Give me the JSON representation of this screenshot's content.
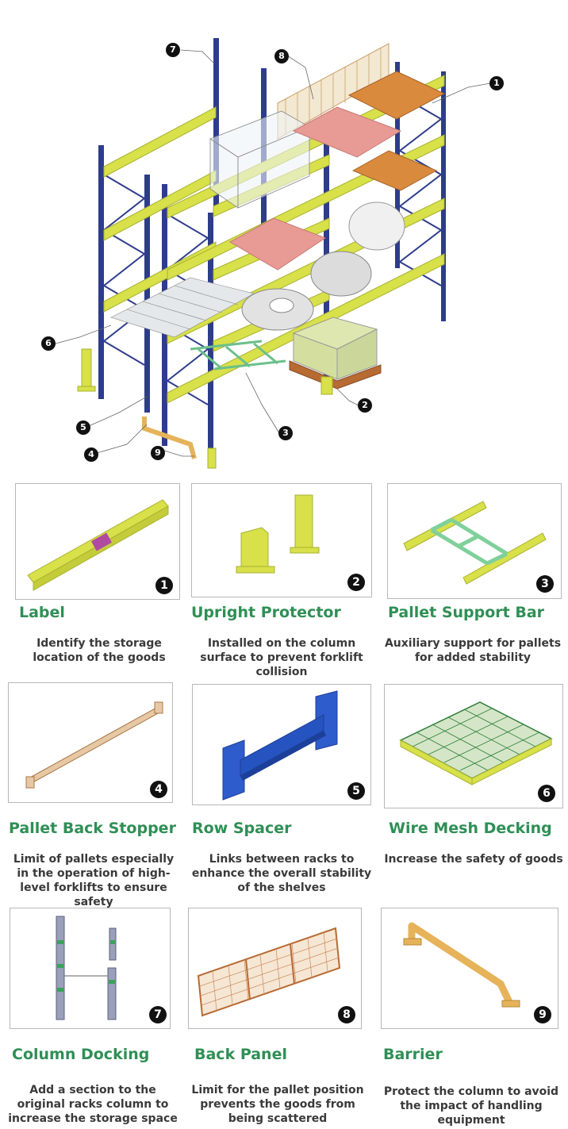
{
  "callouts": [
    "1",
    "2",
    "3",
    "4",
    "5",
    "6",
    "7",
    "8",
    "9"
  ],
  "components": [
    {
      "number": "1",
      "title": "Label",
      "description": "Identify the storage location of the goods"
    },
    {
      "number": "2",
      "title": "Upright Protector",
      "description": "Installed on the column surface to prevent forklift collision"
    },
    {
      "number": "3",
      "title": "Pallet Support Bar",
      "description": "Auxiliary support for pallets for added stability"
    },
    {
      "number": "4",
      "title": "Pallet Back Stopper",
      "description": "Limit of pallets especially in the operation of high-level forklifts to ensure safety"
    },
    {
      "number": "5",
      "title": "Row Spacer",
      "description": "Links between racks to enhance the overall stability of the shelves"
    },
    {
      "number": "6",
      "title": "Wire Mesh Decking",
      "description": "Increase the safety of goods"
    },
    {
      "number": "7",
      "title": "Column Docking",
      "description": "Add a section to the original racks column to increase the storage space"
    },
    {
      "number": "8",
      "title": "Back Panel",
      "description": "Limit for the pallet position prevents the goods from being scattered"
    },
    {
      "number": "9",
      "title": "Barrier",
      "description": "Protect the column to avoid the impact of handling equipment"
    }
  ],
  "colors": {
    "title_green": "#2f8f55",
    "upright_blue": "#2e3c8c",
    "beam_yellow": "#d8e04a",
    "wood": "#d98a3d",
    "pink": "#e89a94"
  }
}
